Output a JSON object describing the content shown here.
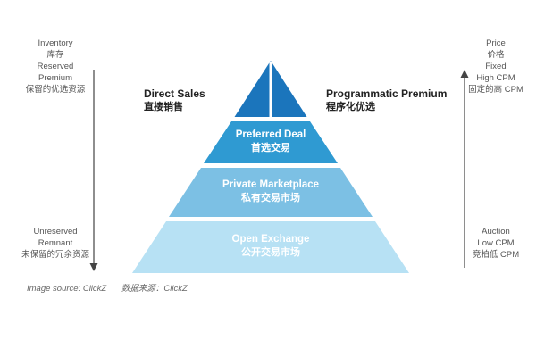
{
  "left_axis": {
    "top_lines": [
      "Inventory",
      "库存",
      "Reserved",
      "Premium",
      "保留的优选资源"
    ],
    "bottom_lines": [
      "Unreserved",
      "Remnant",
      "未保留的冗余资源"
    ]
  },
  "right_axis": {
    "top_lines": [
      "Price",
      "价格",
      "Fixed",
      "High CPM",
      "固定的高 CPM"
    ],
    "bottom_lines": [
      "Auction",
      "Low CPM",
      "竞拍低 CPM"
    ]
  },
  "pyramid": {
    "apex_color": "#1b75bc",
    "top_left": {
      "en": "Direct Sales",
      "zh": "直接销售"
    },
    "top_right": {
      "en": "Programmatic Premium",
      "zh": "程序化优选"
    },
    "tiers": [
      {
        "en": "Preferred Deal",
        "zh": "首选交易",
        "color": "#2f9ad2"
      },
      {
        "en": "Private Marketplace",
        "zh": "私有交易市场",
        "color": "#7cc0e4"
      },
      {
        "en": "Open Exchange",
        "zh": "公开交易市场",
        "color": "#b7e1f4"
      }
    ]
  },
  "caption": {
    "en": "Image source: ClickZ",
    "zh": "数据来源：ClickZ"
  }
}
